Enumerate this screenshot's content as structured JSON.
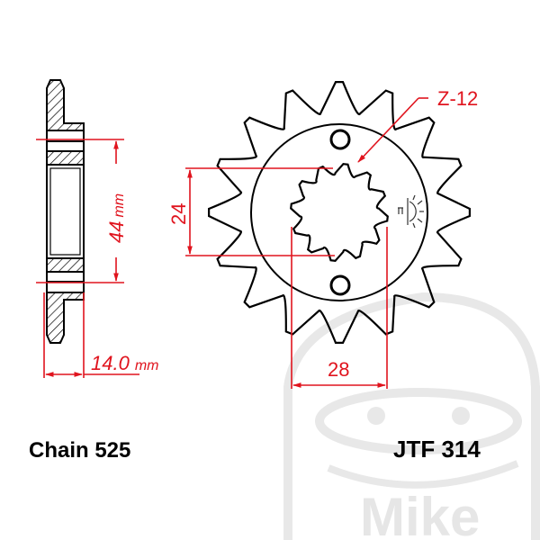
{
  "drawing": {
    "side_view": {
      "hub_width_label": "44",
      "hub_width_unit": "mm",
      "thickness_label": "14.0",
      "thickness_unit": "mm"
    },
    "front_view": {
      "outer_teeth": 16,
      "spline_teeth": 12,
      "spline_label": "Z-12",
      "height_dim_label": "24",
      "width_dim_label": "28",
      "mounting_holes": 2
    },
    "chain_label": "Chain 525",
    "part_number": "JTF 314",
    "watermark": "Mike",
    "colors": {
      "dimension": "#e0141e",
      "outline": "#000000",
      "watermark": "#e6e6e6"
    }
  }
}
